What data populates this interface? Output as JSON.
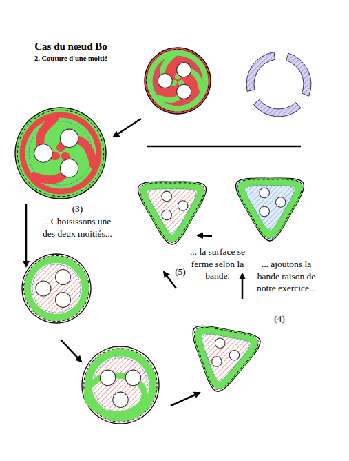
{
  "diagram": {
    "title": "Cas du nœud Bo",
    "labels": [
      "2. Couture d'une moitié",
      "(3)",
      "...Choisissons une des deux moitiés...",
      "... la surface se ferme selon la bande.",
      "(5)",
      "... ajoutons la bande raison de notre exercice...",
      "(4)"
    ]
  }
}
